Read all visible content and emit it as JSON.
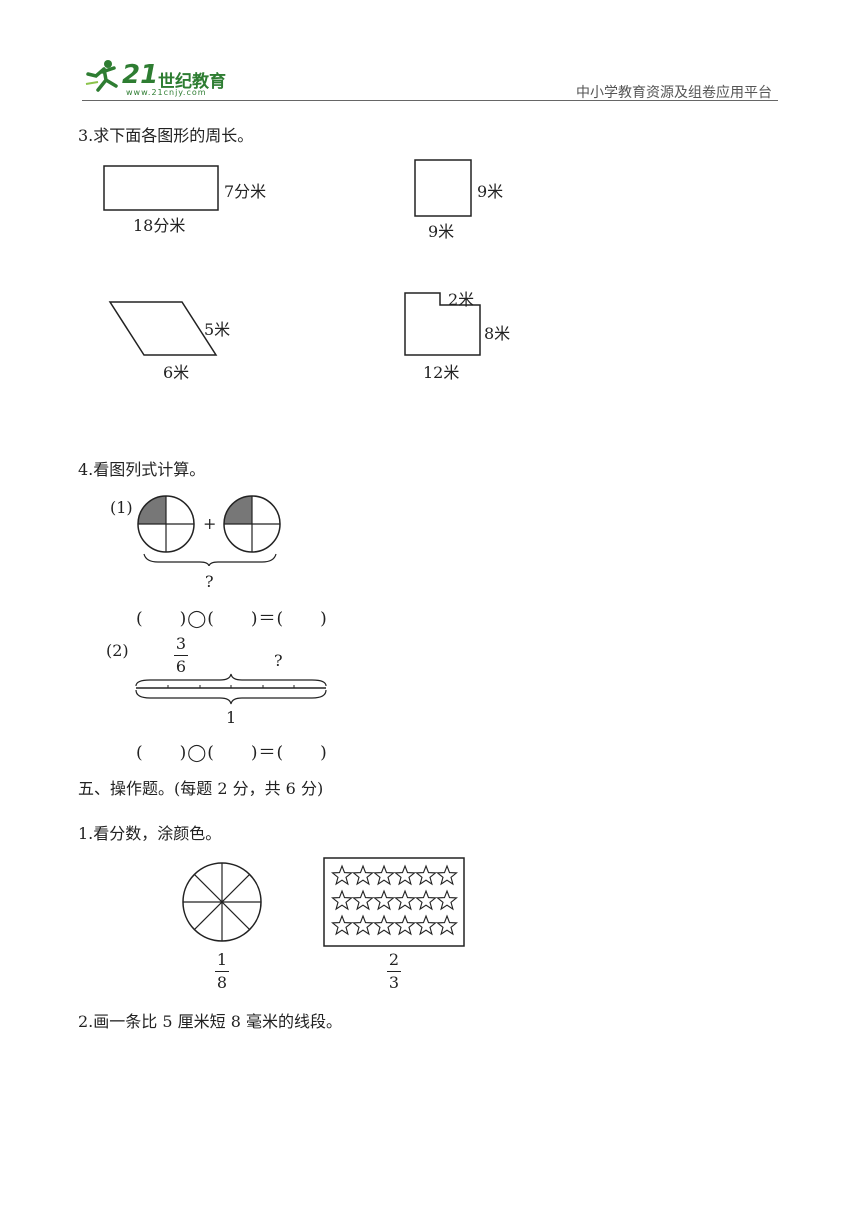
{
  "header": {
    "logo_number": "21",
    "logo_text": "世纪教育",
    "logo_url": "www.21cnjy.com",
    "platform": "中小学教育资源及组卷应用平台"
  },
  "q3": {
    "title": "3.求下面各图形的周长。",
    "rect": {
      "side": "7分米",
      "bottom": "18分米"
    },
    "square": {
      "side": "9米",
      "bottom": "9米"
    },
    "parallelogram": {
      "side": "5米",
      "bottom": "6米"
    },
    "notched": {
      "notch": "2米",
      "side": "8米",
      "bottom": "12米"
    }
  },
  "q4": {
    "title": "4.看图列式计算。",
    "p1": {
      "label": "(1)",
      "plus": "+",
      "question": "?",
      "equation": "(　　)◯(　　)＝(　　)"
    },
    "p2": {
      "label": "(2)",
      "frac_num": "3",
      "frac_den": "6",
      "question": "?",
      "total": "1",
      "equation": "(　　)◯(　　)＝(　　)"
    }
  },
  "section5": {
    "title": "五、操作题。(每题 2 分，共 6 分)",
    "q1": {
      "title": "1.看分数，涂颜色。",
      "circle_num": "1",
      "circle_den": "8",
      "stars_num": "2",
      "stars_den": "3"
    },
    "q2": {
      "title": "2.画一条比 5 厘米短 8 毫米的线段。"
    }
  }
}
